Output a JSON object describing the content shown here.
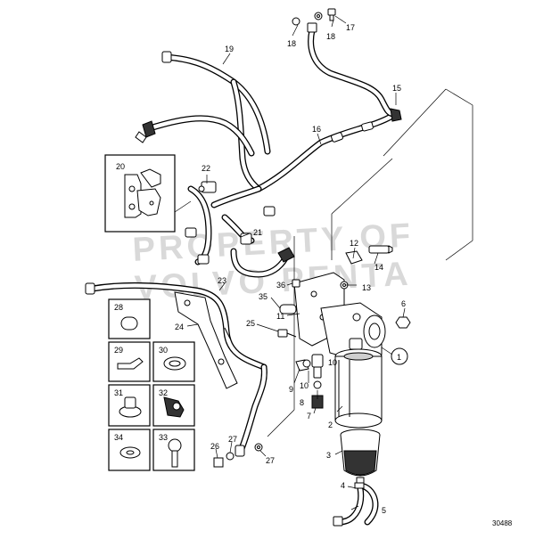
{
  "watermark": {
    "line1": "PROPERTY OF",
    "line2": "VOLVO PENTA"
  },
  "reference_number": "30488",
  "callouts": {
    "c1": "1",
    "c2": "2",
    "c3": "3",
    "c4": "4",
    "c5": "5",
    "c6": "6",
    "c7": "7",
    "c8": "8",
    "c9": "9",
    "c10": "10",
    "c11": "11",
    "c12": "12",
    "c13": "13",
    "c14": "14",
    "c15": "15",
    "c16": "16",
    "c17": "17",
    "c18a": "18",
    "c18b": "18",
    "c19": "19",
    "c20": "20",
    "c21": "21",
    "c22": "22",
    "c23": "23",
    "c24": "24",
    "c25": "25",
    "c26": "26",
    "c27a": "27",
    "c27b": "27",
    "c28": "28",
    "c29": "29",
    "c30": "30",
    "c31": "31",
    "c32": "32",
    "c33": "33",
    "c34": "34",
    "c35": "35",
    "c36": "36"
  }
}
